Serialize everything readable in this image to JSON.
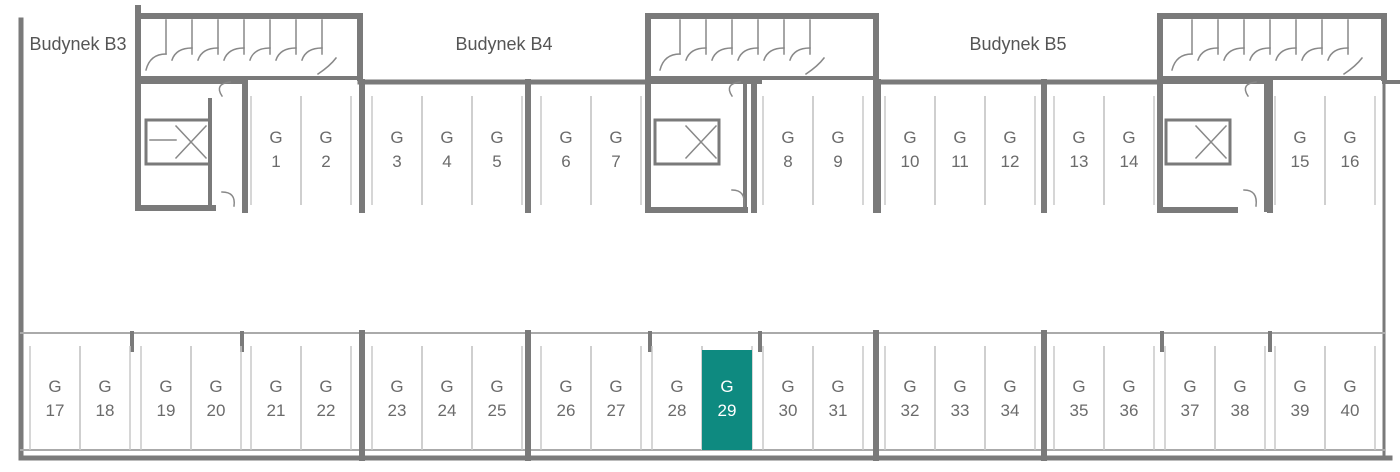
{
  "buildings": [
    "Budynek B3",
    "Budynek B4",
    "Budynek B5"
  ],
  "garage_prefix": "G",
  "top_row": [
    "1",
    "2",
    "3",
    "4",
    "5",
    "6",
    "7",
    "8",
    "9",
    "10",
    "11",
    "12",
    "13",
    "14",
    "15",
    "16"
  ],
  "bottom_row": [
    "17",
    "18",
    "19",
    "20",
    "21",
    "22",
    "23",
    "24",
    "25",
    "26",
    "27",
    "28",
    "29",
    "30",
    "31",
    "32",
    "33",
    "34",
    "35",
    "36",
    "37",
    "38",
    "39",
    "40"
  ],
  "selected": "29",
  "colors": {
    "wall": "#7a7a7a",
    "thin_line": "#c8c8c8",
    "selected_fill": "#0e8a80",
    "label": "#6b6b6b",
    "selected_label": "#ffffff"
  }
}
